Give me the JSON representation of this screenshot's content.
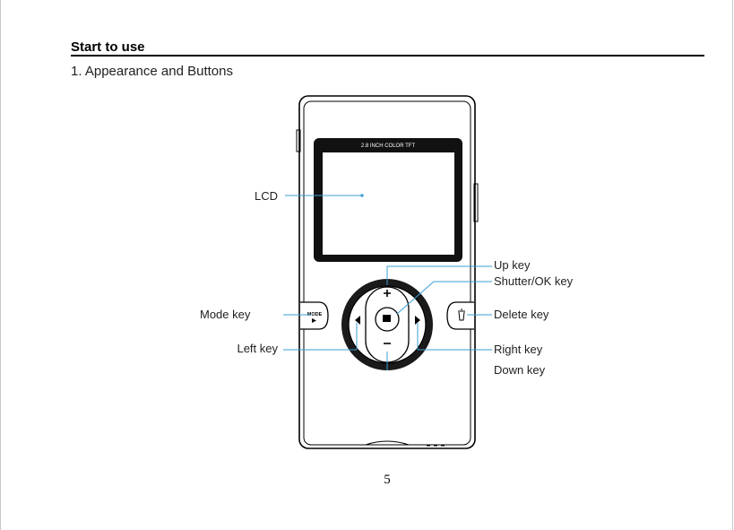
{
  "header": {
    "section_title": "Start to use",
    "subtitle": "1. Appearance and Buttons"
  },
  "figure": {
    "screen_label": "2.8 INCH COLOR TFT",
    "mode_button_text": "MODE",
    "callouts": {
      "lcd": "LCD",
      "mode_key": "Mode key",
      "left_key": "Left key",
      "up_key": "Up key",
      "shutter_ok_key": "Shutter/OK key",
      "delete_key": "Delete key",
      "right_key": "Right key",
      "down_key": "Down key"
    },
    "leader_line_color": "#3a9fd6",
    "icons": [
      "plus-icon",
      "minus-icon",
      "left-arrow-icon",
      "right-arrow-icon",
      "shutter-icon",
      "trash-icon"
    ]
  },
  "footer": {
    "page_number": "5"
  }
}
